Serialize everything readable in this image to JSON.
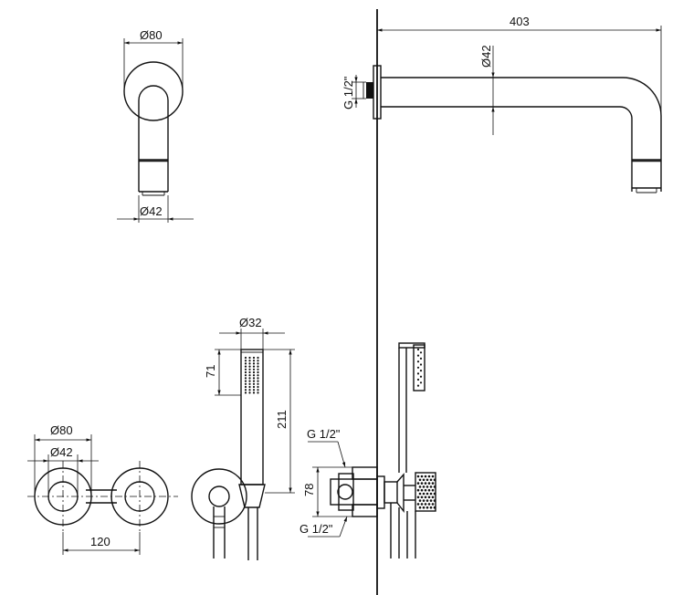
{
  "labels": {
    "spout_top_diameter_outer": "Ø80",
    "spout_top_diameter_inner": "Ø42",
    "spout_length": "403",
    "spout_tube_diameter": "Ø42",
    "spout_thread": "G 1/2\"",
    "valves_outer_diameter": "Ø80",
    "valves_inner_diameter": "Ø42",
    "valves_spacing": "120",
    "handshower_diameter": "Ø32",
    "handshower_head_length": "71",
    "handshower_total_length": "211",
    "body_thread_top": "G 1/2\"",
    "body_height": "78",
    "body_thread_bottom": "G 1/2\""
  }
}
